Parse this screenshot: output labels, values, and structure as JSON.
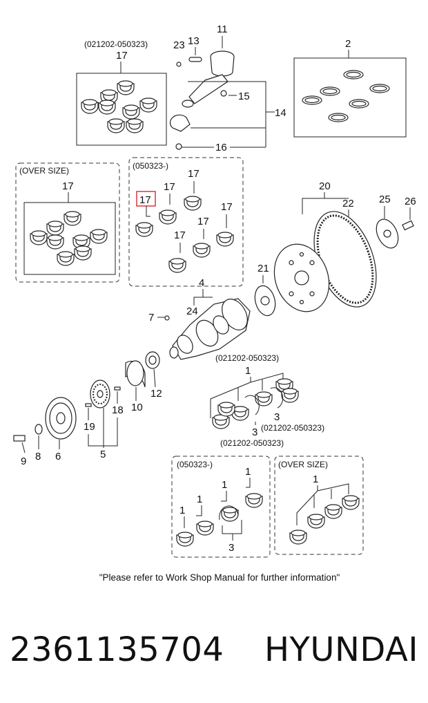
{
  "diagram": {
    "notes": {
      "range_021202_050323": "(021202-050323)",
      "from_050323": "(050323-)",
      "over_size": "(OVER SIZE)",
      "refer": "\"Please refer to Work Shop Manual for further information\""
    },
    "callouts": {
      "n1": "1",
      "n2": "2",
      "n3": "3",
      "n4": "4",
      "n5": "5",
      "n6": "6",
      "n7": "7",
      "n8": "8",
      "n9": "9",
      "n10": "10",
      "n11": "11",
      "n12": "12",
      "n13": "13",
      "n14": "14",
      "n15": "15",
      "n16": "16",
      "n17": "17",
      "n18": "18",
      "n19": "19",
      "n20": "20",
      "n21": "21",
      "n22": "22",
      "n23": "23",
      "n24": "24",
      "n25": "25",
      "n26": "26"
    },
    "highlight_color": "#d9363e"
  },
  "footer": {
    "part_number": "2361135704",
    "brand": "HYUNDAI"
  }
}
